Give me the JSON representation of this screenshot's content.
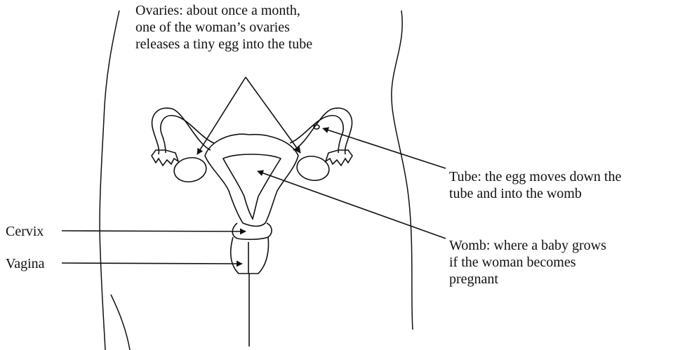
{
  "labels": {
    "ovaries": {
      "lines": [
        "Ovaries: about once a month,",
        "one of the woman’s ovaries",
        "releases a tiny egg into the tube"
      ]
    },
    "tube": {
      "lines": [
        "Tube: the egg moves down the",
        "tube and into the womb"
      ]
    },
    "womb": {
      "lines": [
        "Womb: where a baby grows",
        "if the woman becomes",
        "pregnant"
      ]
    },
    "cervix": {
      "text": "Cervix"
    },
    "vagina": {
      "text": "Vagina"
    }
  },
  "colors": {
    "ink": "#111111",
    "background": "#ffffff"
  }
}
